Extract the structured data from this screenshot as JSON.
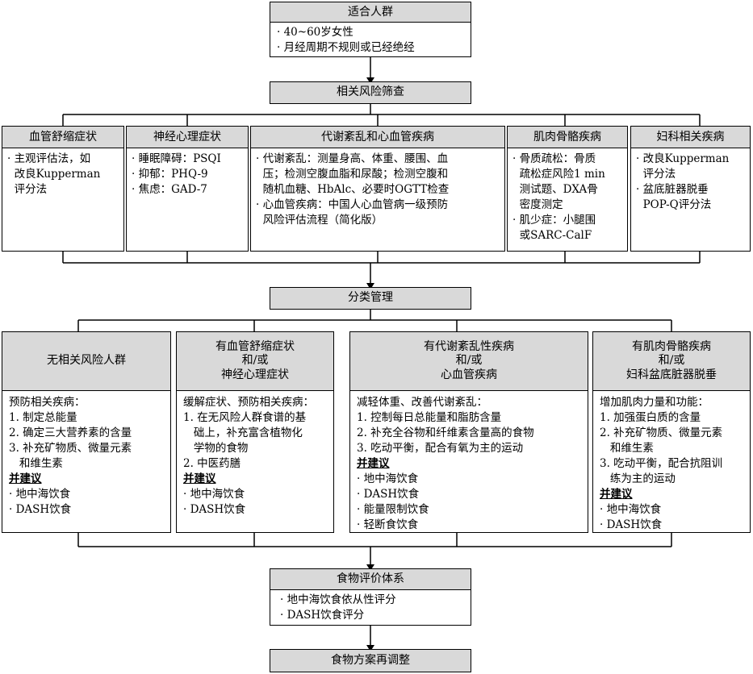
{
  "suitable": {
    "title": "适合人群",
    "items": [
      "· 40~60岁女性",
      "· 月经周期不规则或已经绝经"
    ]
  },
  "screening": {
    "title": "相关风险筛查"
  },
  "categories": [
    {
      "title": "血管舒缩症状",
      "lines": [
        "· 主观评估法，如",
        "  改良Kupperman",
        "  评分法"
      ]
    },
    {
      "title": "神经心理症状",
      "lines": [
        "· 睡眠障碍：PSQI",
        "· 抑郁：PHQ-9",
        "· 焦虑：GAD-7"
      ]
    },
    {
      "title": "代谢紊乱和心血管疾病",
      "lines": [
        "· 代谢紊乱：测量身高、体重、腰围、血",
        "  压；检测空腹血脂和尿酸；检测空腹和",
        "  随机血糖、HbAlc、必要时OGTT检查",
        "· 心血管疾病：中国人心血管病一级预防",
        "  风险评估流程（简化版）"
      ]
    },
    {
      "title": "肌肉骨骼疾病",
      "lines": [
        "· 骨质疏松：骨质",
        "  疏松症风险1 min",
        "  测试题、DXA骨",
        "  密度测定",
        "· 肌少症：小腿围",
        "  或SARC-CalF"
      ]
    },
    {
      "title": "妇科相关疾病",
      "lines": [
        "· 改良Kupperman",
        "  评分法",
        "· 盆底脏器脱垂",
        "  POP-Q评分法"
      ]
    }
  ],
  "management": {
    "title": "分类管理"
  },
  "groups": [
    {
      "title_lines": [
        "无相关风险人群"
      ],
      "lines": [
        "预防相关疾病：",
        "1. 制定总能量",
        "2. 确定三大营养素的含量",
        "3. 补充矿物质、微量元素",
        "   和维生素",
        "并建议",
        "· 地中海饮食",
        "· DASH饮食"
      ]
    },
    {
      "title_lines": [
        "有血管舒缩症状",
        "和/或",
        "神经心理症状"
      ],
      "lines": [
        "缓解症状、预防相关疾病：",
        "1. 在无风险人群食谱的基",
        "   础上，补充富含植物化",
        "   学物的食物",
        "2. 中医药膳",
        "并建议",
        "· 地中海饮食",
        "· DASH饮食"
      ]
    },
    {
      "title_lines": [
        "有代谢紊乱性疾病",
        "和/或",
        "心血管疾病"
      ],
      "lines": [
        "减轻体重、改善代谢紊乱：",
        "1. 控制每日总能量和脂肪含量",
        "2. 补充全谷物和纤维素含量高的食物",
        "3. 吃动平衡，配合有氧为主的运动",
        "并建议",
        "· 地中海饮食",
        "· DASH饮食",
        "· 能量限制饮食",
        "· 轻断食饮食"
      ]
    },
    {
      "title_lines": [
        "有肌肉骨骼疾病",
        "和/或",
        "妇科盆底脏器脱垂"
      ],
      "lines": [
        "增加肌肉力量和功能：",
        "1. 加强蛋白质的含量",
        "2. 补充矿物质、微量元素",
        "   和维生素",
        "3. 吃动平衡，配合抗阻训",
        "   练为主的运动",
        "并建议",
        "· 地中海饮食",
        "· DASH饮食"
      ]
    }
  ],
  "evaluation": {
    "title": "食物评价体系",
    "items": [
      "· 地中海饮食依从性评分",
      "· DASH饮食评分"
    ]
  },
  "adjust": {
    "title": "食物方案再调整"
  }
}
